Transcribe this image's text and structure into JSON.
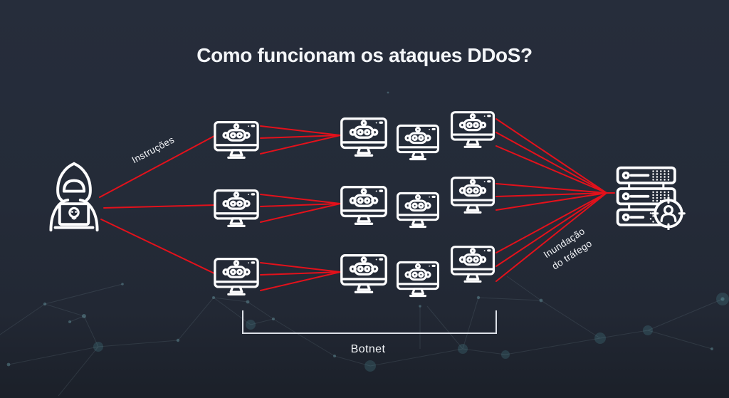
{
  "title": "Como funcionam os ataques DDoS?",
  "labels": {
    "instructions": "Instruções",
    "flood_line1": "Inundação",
    "flood_line2": "do tráfego",
    "botnet": "Botnet"
  },
  "icons": {
    "attacker": "hacker-laptop-skull-icon",
    "bot": "bot-computer-icon",
    "target": "server-target-icon"
  },
  "diagram": {
    "flow": [
      "attacker",
      "botnet",
      "target-server"
    ],
    "botnet_rows": 3,
    "botnet_columns": 4,
    "bot_computers": 12
  },
  "colors": {
    "background": "#242b38",
    "attack_line_red": "#e3111b",
    "icon_stroke": "#ffffff",
    "text": "#f2f4f7",
    "bracket": "#dde1e8",
    "network_node_teal": "#4f8d99"
  }
}
